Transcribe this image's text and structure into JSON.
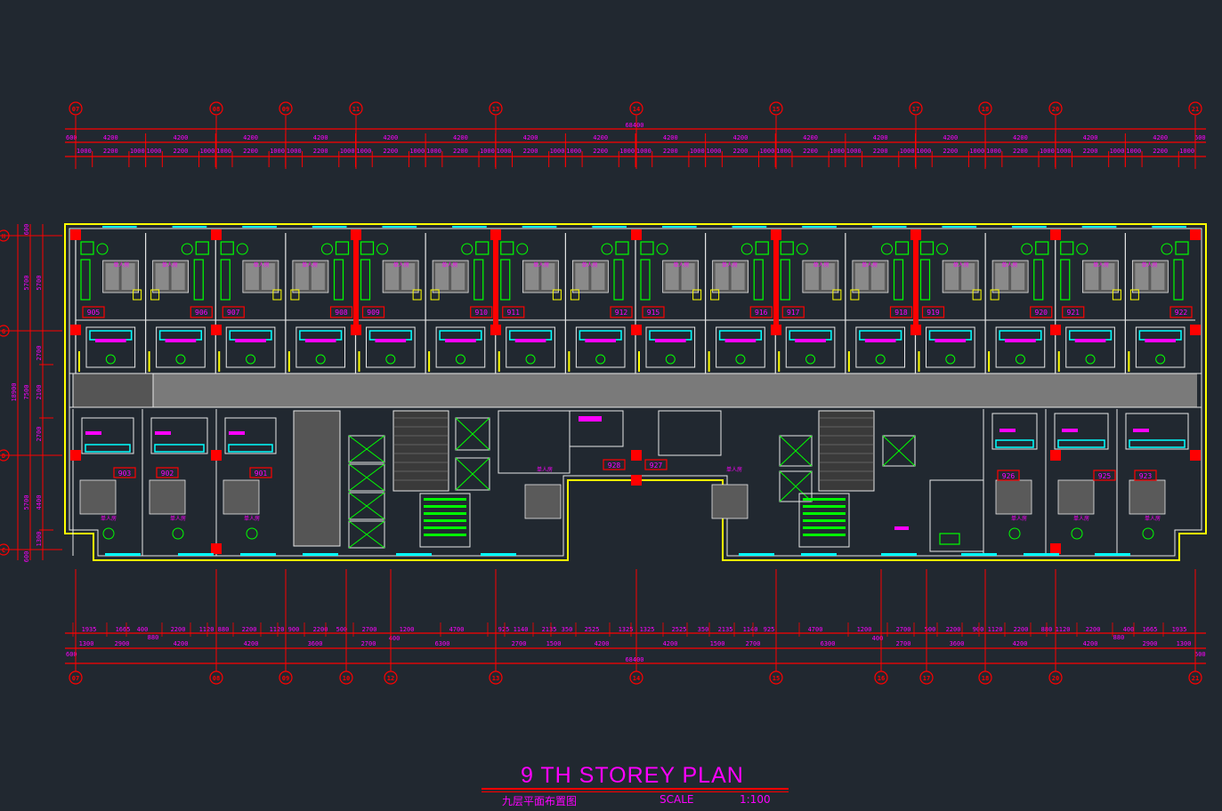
{
  "title": {
    "main": "9 TH  STOREY  PLAN",
    "subtitle_cn": "九层平面布置图",
    "scale_label": "SCALE",
    "scale_value": "1:100"
  },
  "grid_axes": {
    "top": [
      "07",
      "08",
      "09",
      "11",
      "13",
      "14",
      "15",
      "17",
      "18",
      "20",
      "21"
    ],
    "bottom": [
      "07",
      "08",
      "09",
      "10",
      "12",
      "13",
      "14",
      "15",
      "16",
      "17",
      "18",
      "20",
      "21"
    ],
    "left": [
      "H",
      "G",
      "D",
      "C"
    ]
  },
  "dimensions": {
    "top_total": "68400",
    "top_row1": [
      "600",
      "4200",
      "4200",
      "4200",
      "4200",
      "4200",
      "4200",
      "4200",
      "4200",
      "4200",
      "4200",
      "4200",
      "4200",
      "4200",
      "4200",
      "4200",
      "4200",
      "600"
    ],
    "top_row2_pattern": [
      "1000",
      "2200",
      "1000"
    ],
    "bottom_row1": [
      "1935",
      "1665",
      "400",
      "2200",
      "1120",
      "880",
      "2200",
      "1120",
      "900",
      "2200",
      "500",
      "2700",
      "1200",
      "4700",
      "925",
      "1140",
      "2135",
      "350",
      "2525",
      "1325",
      "1325",
      "2525",
      "350",
      "2135",
      "1140",
      "925",
      "4700",
      "1200",
      "2700",
      "500",
      "2200",
      "900",
      "1120",
      "2200",
      "880",
      "1120",
      "2200",
      "400",
      "1665",
      "1935"
    ],
    "bottom_row2": [
      "1300",
      "2900",
      "880",
      "4200",
      "4200",
      "3600",
      "2700",
      "400",
      "6300",
      "2700",
      "1500",
      "4200",
      "4200",
      "1500",
      "2700",
      "6300",
      "400",
      "2700",
      "3600",
      "4200",
      "880",
      "4200",
      "2900",
      "1300"
    ],
    "bottom_edges": [
      "600",
      "600"
    ],
    "bottom_total": "68400",
    "left_outer": [
      "18900"
    ],
    "left_mid": [
      "600",
      "5700",
      "7500",
      "5700",
      "600"
    ],
    "left_inner": [
      "5700",
      "2700",
      "2100",
      "2700",
      "4400",
      "1300"
    ]
  },
  "rooms": {
    "top": [
      "905",
      "906",
      "907",
      "908",
      "909",
      "910",
      "911",
      "912",
      "915",
      "916",
      "917",
      "918",
      "919",
      "920",
      "921",
      "922"
    ],
    "bottom": [
      "903",
      "902",
      "901",
      "928",
      "927",
      "926",
      "925",
      "923"
    ],
    "room_type": "单人房"
  },
  "colors": {
    "background": "#212830",
    "outline": "#ffff00",
    "dimension_line": "#ff0000",
    "text": "#ff00ff",
    "furniture": "#00ff00",
    "glass": "#00ffff",
    "corridor": "#7a7a7a"
  }
}
